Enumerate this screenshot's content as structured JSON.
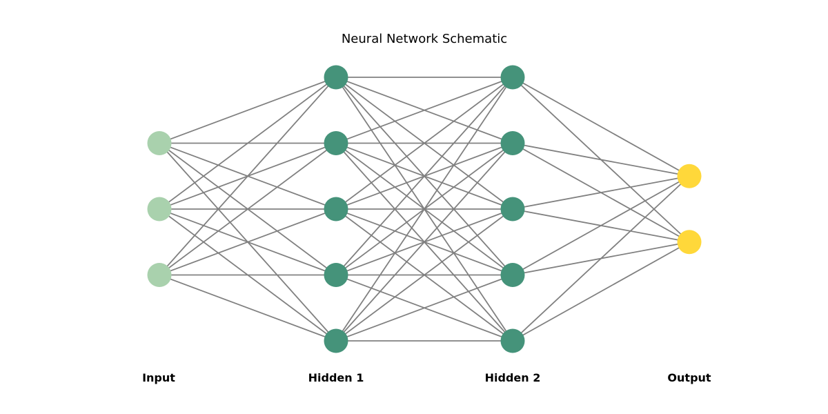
{
  "title": "Neural Network Schematic",
  "layers": [
    {
      "label": "Input",
      "nodes": 3,
      "color": "#a9d1ad"
    },
    {
      "label": "Hidden 1",
      "nodes": 5,
      "color": "#45937a"
    },
    {
      "label": "Hidden 2",
      "nodes": 5,
      "color": "#45937a"
    },
    {
      "label": "Output",
      "nodes": 2,
      "color": "#ffd83a"
    }
  ],
  "connection_color": "#808080",
  "fully_connected": true
}
